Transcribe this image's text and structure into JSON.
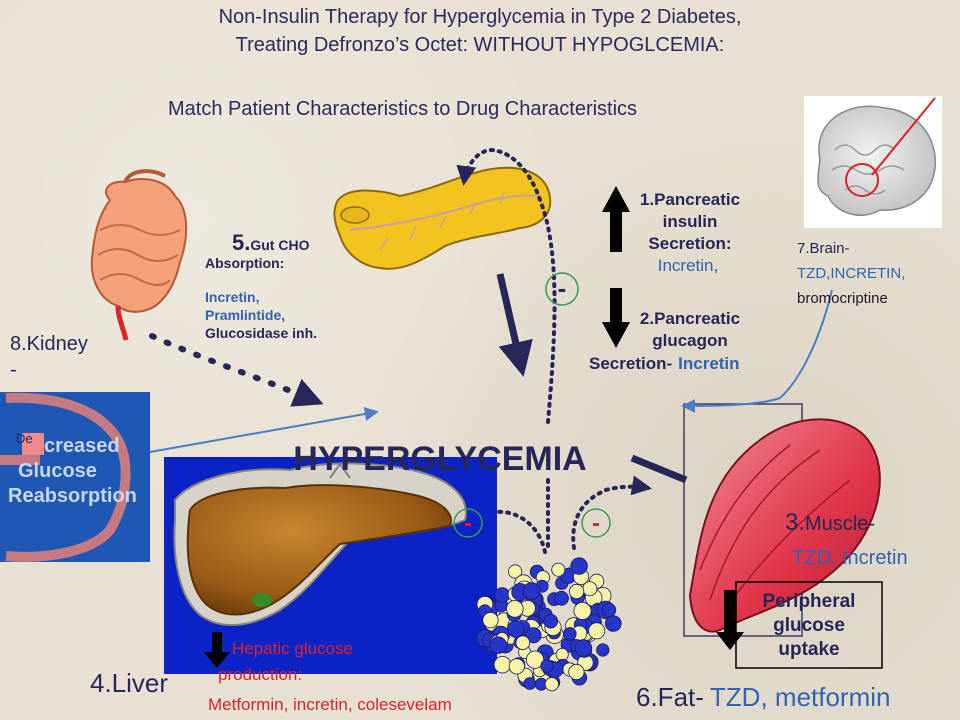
{
  "header": {
    "title_line1": "Non-Insulin Therapy for Hyperglycemia in Type 2 Diabetes,",
    "title_line2": "Treating Defronzo’s Octet: WITHOUT HYPOGLCEMIA:",
    "subtitle": "Match Patient Characteristics to Drug Characteristics"
  },
  "center": {
    "label": "HYPERGLYCEMIA"
  },
  "pancreas": {
    "insulin_l1": "1.Pancreatic",
    "insulin_l2": "insulin",
    "insulin_l3": "Secretion:",
    "insulin_drug": "Incretin,",
    "glucagon_l1": "2.Pancreatic",
    "glucagon_l2": "glucagon",
    "glucagon_l3": "Secretion-",
    "glucagon_drug": "Incretin"
  },
  "gut": {
    "num": "5.",
    "name_l1": "Gut CHO",
    "name_l2": "Absorption:",
    "drugs_l1": "Incretin,",
    "drugs_l2": "Pramlintide,",
    "drugs_l3": "Glucosidase inh."
  },
  "brain": {
    "name": "7.Brain-",
    "drugs_l1": "TZD,INCRETIN,",
    "drugs_l2": "bromocriptine"
  },
  "kidney": {
    "name": "8.Kidney",
    "dash": "-",
    "prefix": "De",
    "img_l1": "creased",
    "img_l2": "Glucose",
    "img_l3": "Reabsorption"
  },
  "muscle": {
    "num": "3.",
    "name": "Muscle-",
    "drugs": "TZD, Incretin",
    "box_l1": "Peripheral",
    "box_l2": "glucose",
    "box_l3": "uptake"
  },
  "liver": {
    "name": "4.Liver",
    "text_l1": "Hepatic glucose",
    "text_l2": "production:",
    "drugs": "Metformin, incretin, colesevelam"
  },
  "fat": {
    "name": "6.Fat-",
    "drugs": "TZD, metformin"
  },
  "signs": {
    "minus": "-"
  },
  "colors": {
    "navy": "#262659",
    "blue": "#3163b0",
    "red": "#d8232a",
    "liver_bg": "#0b22c4",
    "kidney_bg": "#1f57b5"
  }
}
